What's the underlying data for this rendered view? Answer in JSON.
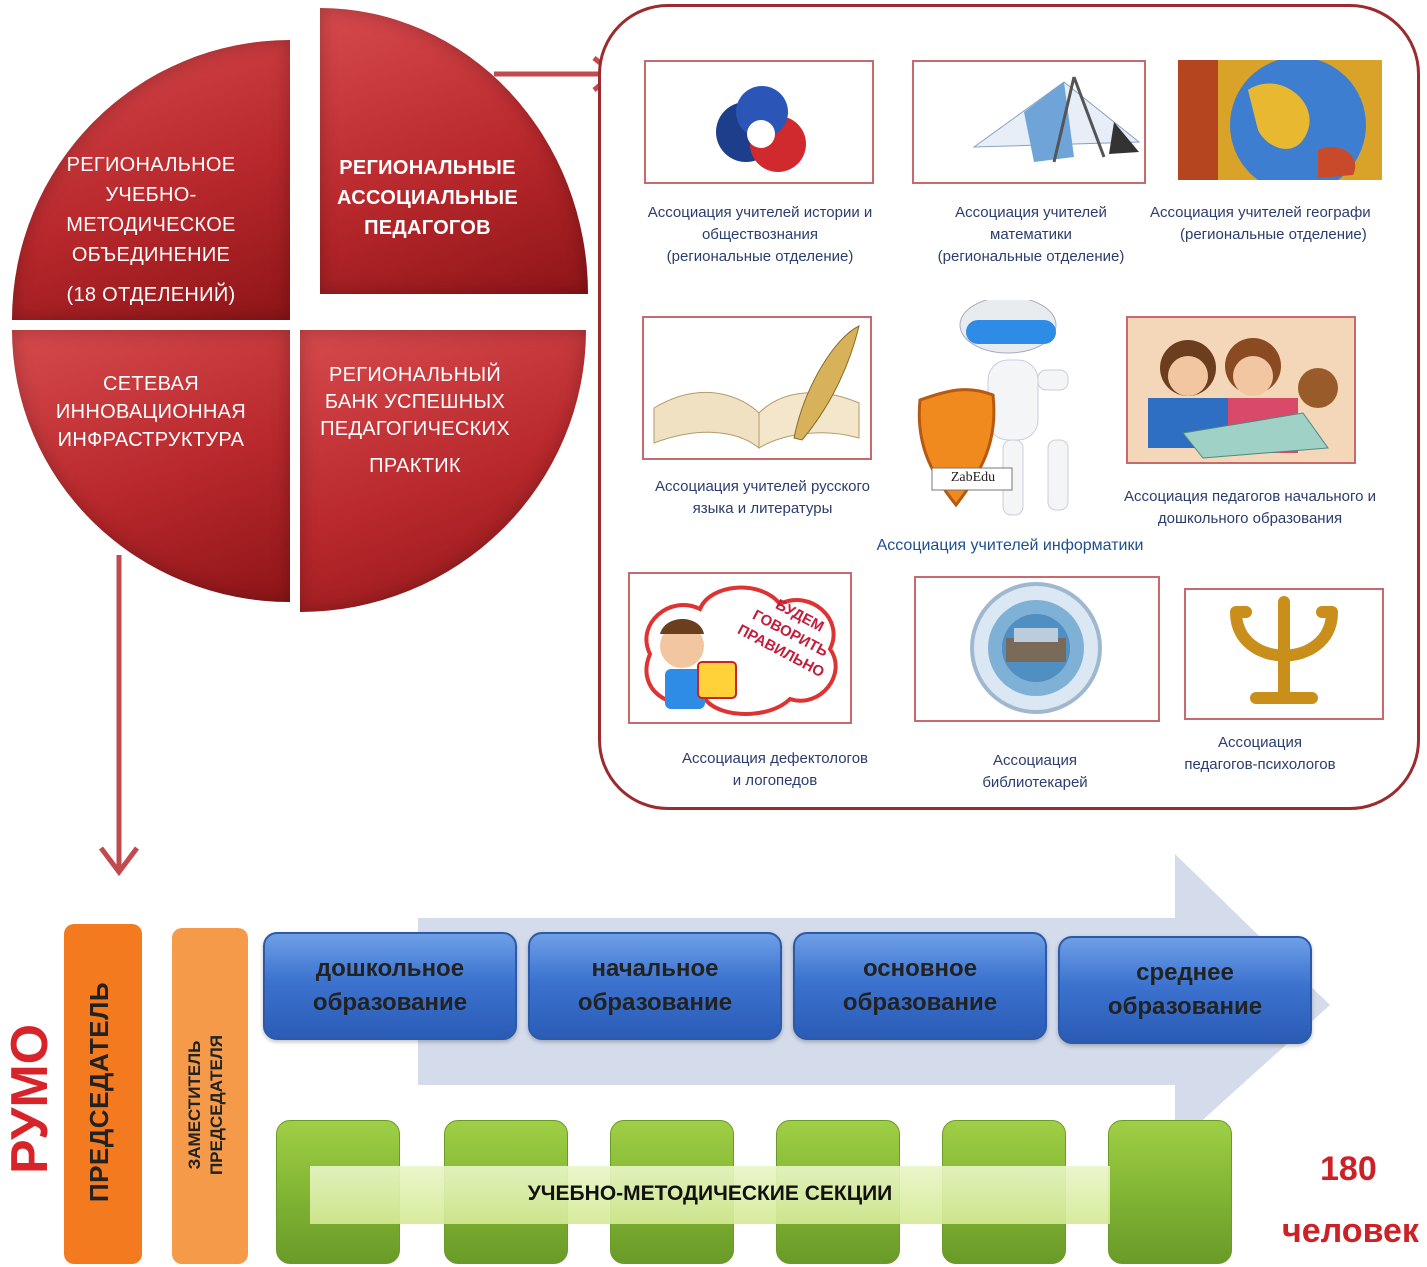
{
  "colors": {
    "red_primary": "#c2383b",
    "red_dark": "#9b2b2f",
    "caption_blue": "#2b3d6e",
    "orange_bar": "#f47a1f",
    "orange_bar_light": "#f59a48",
    "blue_box": "#3c73cf",
    "green_box": "#8bbf3a",
    "arrow_lavender": "#d4dbea",
    "count_red": "#cc2126"
  },
  "quadrants": {
    "top_left": {
      "lines": [
        "РЕГИОНАЛЬНОЕ",
        "УЧЕБНО-",
        "МЕТОДИЧЕСКОЕ",
        "ОБЪЕДИНЕНИЕ"
      ],
      "sub": "(18 ОТДЕЛЕНИЙ)"
    },
    "top_right": {
      "lines": [
        "РЕГИОНАЛЬНЫЕ",
        "АССОЦИАЛЬНЫЕ",
        "ПЕДАГОГОВ"
      ]
    },
    "bottom_left": {
      "lines": [
        "СЕТЕВАЯ",
        "ИННОВАЦИОННАЯ",
        "ИНФРАСТРУКТУРА"
      ]
    },
    "bottom_right": {
      "lines": [
        "РЕГИОНАЛЬНЫЙ",
        "БАНК  УСПЕШНЫХ",
        "ПЕДАГОГИЧЕСКИХ"
      ],
      "last": "ПРАКТИК"
    }
  },
  "associations": {
    "history": [
      "Ассоциация учителей истории и",
      "обществознания",
      "(региональные отделение)"
    ],
    "math": [
      "Ассоциация учителей",
      "математики",
      "(региональные отделение)"
    ],
    "geography": [
      "Ассоциация учителей географи",
      "(региональные отделение)"
    ],
    "russian": [
      "Ассоциация учителей русского",
      "языка и литературы"
    ],
    "informatics": "Ассоциация учителей информатики",
    "zabedu_logo": "ZabEdu",
    "primary": [
      "Ассоциация педагогов начального и",
      "дошкольного образования"
    ],
    "defect": [
      "Ассоциация дефектологов",
      "и логопедов"
    ],
    "speech_cloud": [
      "БУДЕМ",
      "ГОВОРИТЬ",
      "ПРАВИЛЬНО"
    ],
    "library": [
      "Ассоциация",
      "библиотекарей"
    ],
    "psych": [
      "Ассоциация",
      "педагогов-психологов"
    ]
  },
  "rumo": {
    "title": "РУМО",
    "chair": "ПРЕДСЕДАТЕЛЬ",
    "deputy": [
      "ЗАМЕСТИТЕЛЬ",
      "ПРЕДСЕДАТЕЛЯ"
    ],
    "levels": [
      [
        "дошкольное",
        "образование"
      ],
      [
        "начальное",
        "образование"
      ],
      [
        "основное",
        "образование"
      ],
      [
        "среднее",
        "образование"
      ]
    ],
    "sections_label": "УЧЕБНО-МЕТОДИЧЕСКИЕ СЕКЦИИ",
    "count_number": "180",
    "count_unit": "человек"
  },
  "icons": [
    "history-logo-icon",
    "geometry-tools-icon",
    "globe-icon",
    "book-quill-icon",
    "robot-shield-icon",
    "children-reading-icon",
    "speech-cloud-icon",
    "library-disc-icon",
    "psi-symbol-icon"
  ]
}
